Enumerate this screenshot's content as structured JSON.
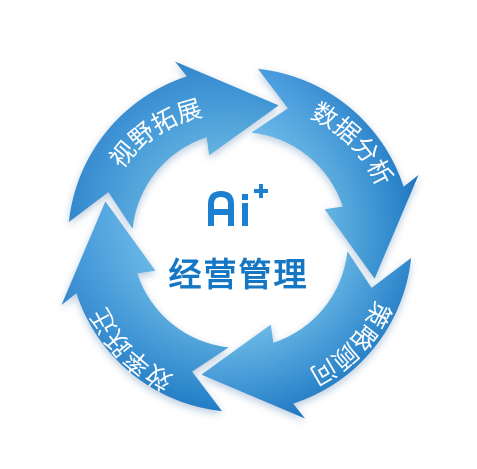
{
  "diagram": {
    "center_title": "经营管理",
    "logo": {
      "icon": "ai-plus-logo",
      "text": "Ai+"
    },
    "segments": [
      {
        "id": "vision",
        "label": "视野拓展"
      },
      {
        "id": "data",
        "label": "数据分析"
      },
      {
        "id": "strategy",
        "label": "策略顾问"
      },
      {
        "id": "efficiency",
        "label": "效率跃迁"
      }
    ],
    "colors": {
      "arrow_light": "#53b3ed",
      "arrow_dark": "#0a5db6",
      "title_blue": "#1576c4",
      "background": "#ffffff"
    }
  }
}
